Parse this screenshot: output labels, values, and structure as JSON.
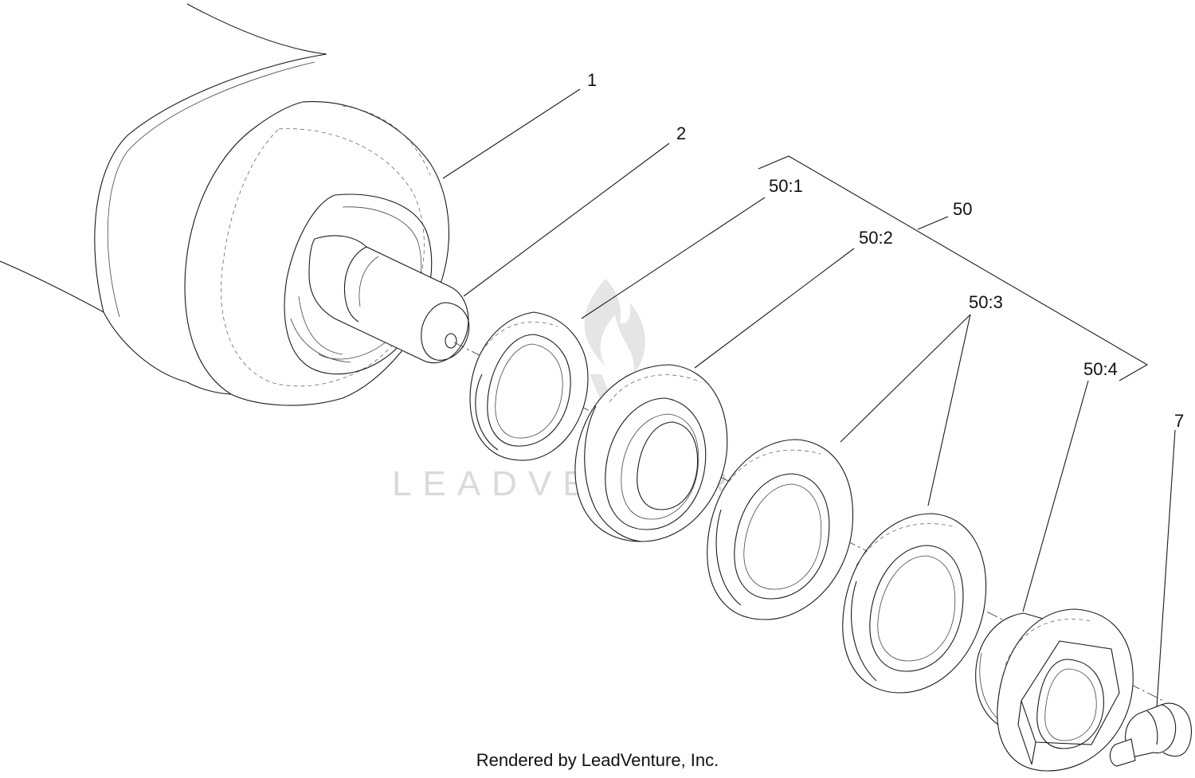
{
  "callouts": [
    {
      "id": "1",
      "label": "1"
    },
    {
      "id": "2",
      "label": "2"
    },
    {
      "id": "50-1",
      "label": "50:1"
    },
    {
      "id": "50",
      "label": "50"
    },
    {
      "id": "50-2",
      "label": "50:2"
    },
    {
      "id": "50-3",
      "label": "50:3"
    },
    {
      "id": "50-4",
      "label": "50:4"
    },
    {
      "id": "7",
      "label": "7"
    }
  ],
  "watermark": {
    "text": "LEADVENTURE"
  },
  "footer": {
    "text": "Rendered by LeadVenture, Inc."
  }
}
